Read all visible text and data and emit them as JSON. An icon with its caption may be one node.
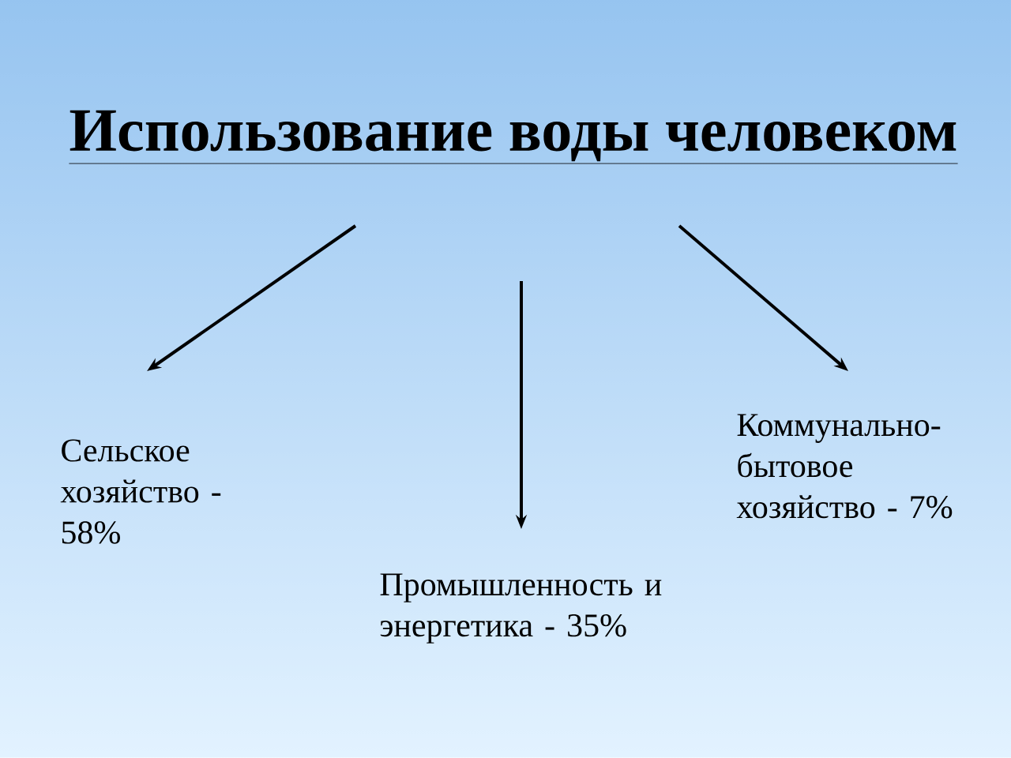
{
  "diagram": {
    "title": "Использование воды человеком",
    "nodes": [
      {
        "text": [
          "Сельское хозяйство - 58%"
        ]
      },
      {
        "text": [
          "Промышленность и энергетика - 35%"
        ]
      },
      {
        "text": [
          "Коммунально-бытовое хозяйство - 7%"
        ]
      }
    ],
    "edges": [
      {
        "from": null,
        "to": 0,
        "arrow": "to"
      },
      {
        "from": null,
        "to": 1,
        "arrow": "to"
      },
      {
        "from": null,
        "to": 2,
        "arrow": "to"
      }
    ]
  }
}
